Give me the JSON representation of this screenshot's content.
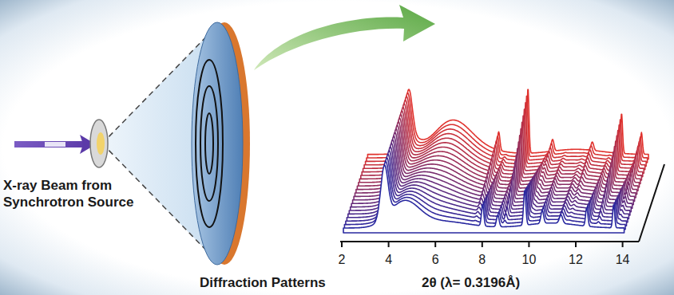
{
  "diagram": {
    "labels": [
      "X-ray Beam from Synchrotron Source",
      "Diffraction Patterns",
      "2",
      "4",
      "6",
      "8",
      "10",
      "12",
      "14",
      "2θ (λ= 0.3196Å)"
    ]
  }
}
